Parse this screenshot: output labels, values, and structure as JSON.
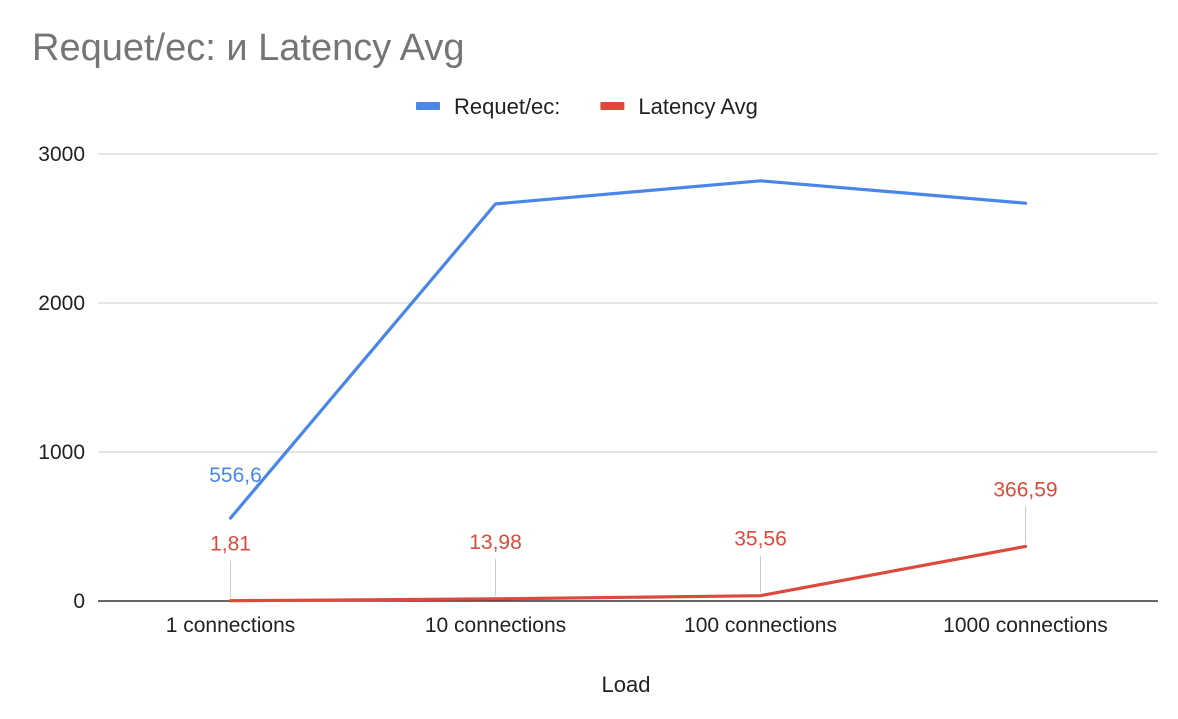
{
  "chart_data": {
    "type": "line",
    "title": "Requet/ec: и Latency Avg",
    "xlabel": "Load",
    "ylabel": "",
    "categories": [
      "1 connections",
      "10 connections",
      "100 connections",
      "1000 connections"
    ],
    "ylim": [
      0,
      3000
    ],
    "yticks": [
      0,
      1000,
      2000,
      3000
    ],
    "grid": true,
    "legend_position": "top",
    "series": [
      {
        "name": "Requet/ec:",
        "color": "#4a86e8",
        "values": [
          556.6,
          2665,
          2820,
          2670
        ],
        "data_labels": [
          "556,6",
          "",
          "",
          ""
        ]
      },
      {
        "name": "Latency Avg",
        "color": "#db4a3c",
        "values": [
          1.81,
          13.98,
          35.56,
          366.59
        ],
        "data_labels": [
          "1,81",
          "13,98",
          "35,56",
          "366,59"
        ]
      }
    ]
  }
}
